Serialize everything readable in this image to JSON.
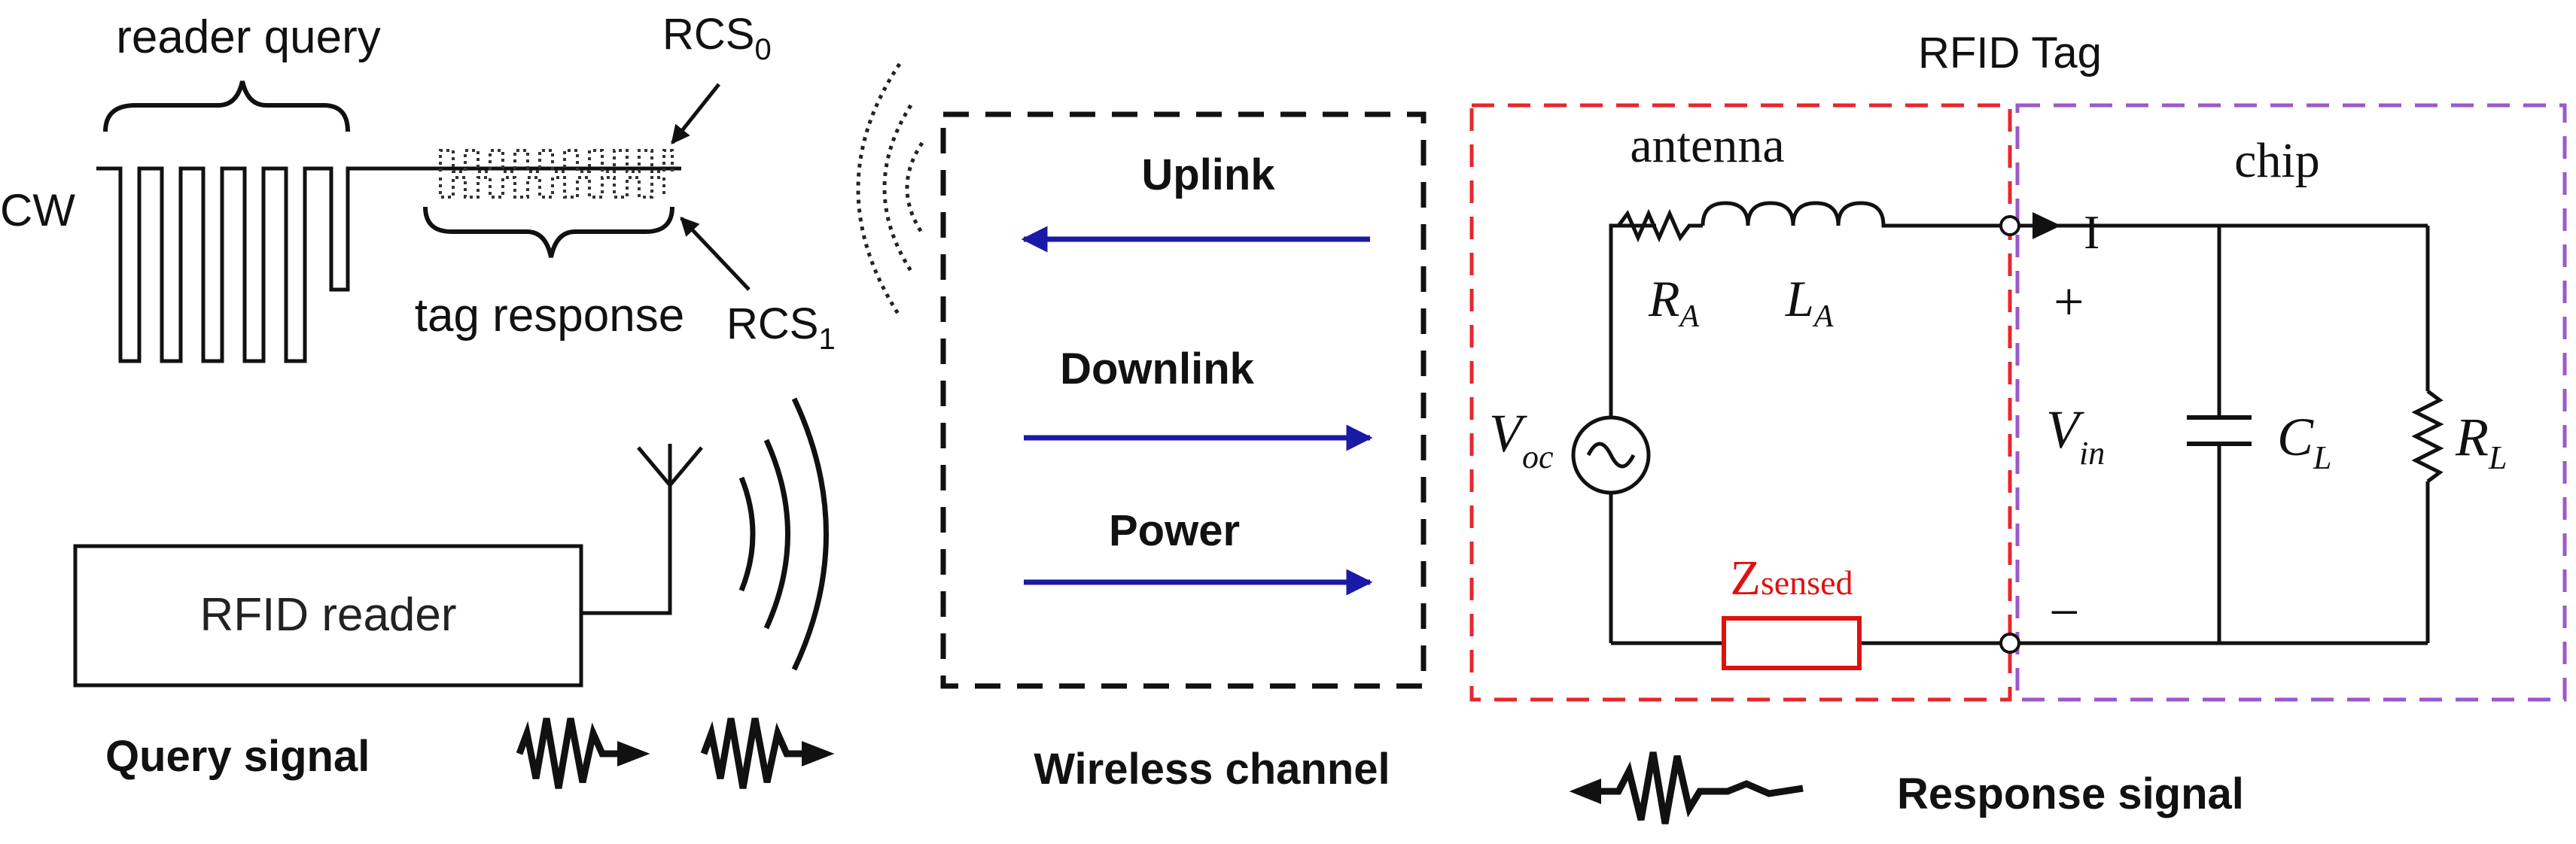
{
  "waveform": {
    "reader_query": "reader query",
    "cw": "CW",
    "rcs0": {
      "base": "RCS",
      "sub": "0"
    },
    "rcs1": {
      "base": "RCS",
      "sub": "1"
    },
    "tag_response": "tag response"
  },
  "reader": {
    "box_label": "RFID reader",
    "query_signal": "Query signal"
  },
  "channel": {
    "uplink": "Uplink",
    "downlink": "Downlink",
    "power": "Power",
    "caption": "Wireless channel"
  },
  "tag": {
    "title": "RFID Tag",
    "antenna": "antenna",
    "chip": "chip",
    "current": "I",
    "plus": "+",
    "minus": "−",
    "ra": {
      "base": "R",
      "sub": "A"
    },
    "la": {
      "base": "L",
      "sub": "A"
    },
    "voc": {
      "base": "V",
      "sub": "oc"
    },
    "vin": {
      "base": "V",
      "sub": "in"
    },
    "cl": {
      "base": "C",
      "sub": "L"
    },
    "rl": {
      "base": "R",
      "sub": "L"
    },
    "zsensed": {
      "base": "Z",
      "sub": "sensed"
    },
    "response_signal": "Response signal"
  },
  "colors": {
    "arrow": "#1a1aa6",
    "antenna_box": "#e8262b",
    "chip_box": "#9b59c9",
    "zsensed": "#e01010",
    "ink": "#111111"
  }
}
